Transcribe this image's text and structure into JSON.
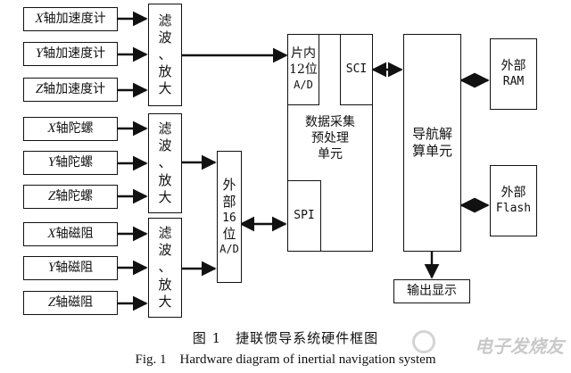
{
  "sensors": {
    "accel": [
      {
        "axis": "X",
        "label": "轴加速度计"
      },
      {
        "axis": "Y",
        "label": "轴加速度计"
      },
      {
        "axis": "Z",
        "label": "轴加速度计"
      }
    ],
    "gyro": [
      {
        "axis": "X",
        "label": "轴陀螺"
      },
      {
        "axis": "Y",
        "label": "轴陀螺"
      },
      {
        "axis": "Z",
        "label": "轴陀螺"
      }
    ],
    "mag": [
      {
        "axis": "X",
        "label": "轴磁阻"
      },
      {
        "axis": "Y",
        "label": "轴磁阻"
      },
      {
        "axis": "Z",
        "label": "轴磁阻"
      }
    ]
  },
  "filter": {
    "l1": "滤",
    "l2": "波",
    "l3": "、",
    "l4": "放",
    "l5": "大"
  },
  "ext_ad": {
    "l1": "外",
    "l2": "部",
    "l3": "16",
    "l4": "位",
    "l5": "A/D"
  },
  "daq": {
    "label_l1": "数据采集",
    "label_l2": "预处理",
    "label_l3": "单元",
    "internal_ad": {
      "l1": "片内",
      "l2": "12位",
      "l3": "A/D"
    },
    "sci": "SCI",
    "spi": "SPI"
  },
  "nav": {
    "l1": "导航解",
    "l2": "算单元"
  },
  "ram": {
    "l1": "外部",
    "l2": "RAM"
  },
  "flash": {
    "l1": "外部",
    "l2": "Flash"
  },
  "output": "输出显示",
  "caption_cn": "图 1　捷联惯导系统硬件框图",
  "caption_en": "Fig. 1　Hardware diagram of inertial navigation system",
  "watermark": "电子发烧友"
}
